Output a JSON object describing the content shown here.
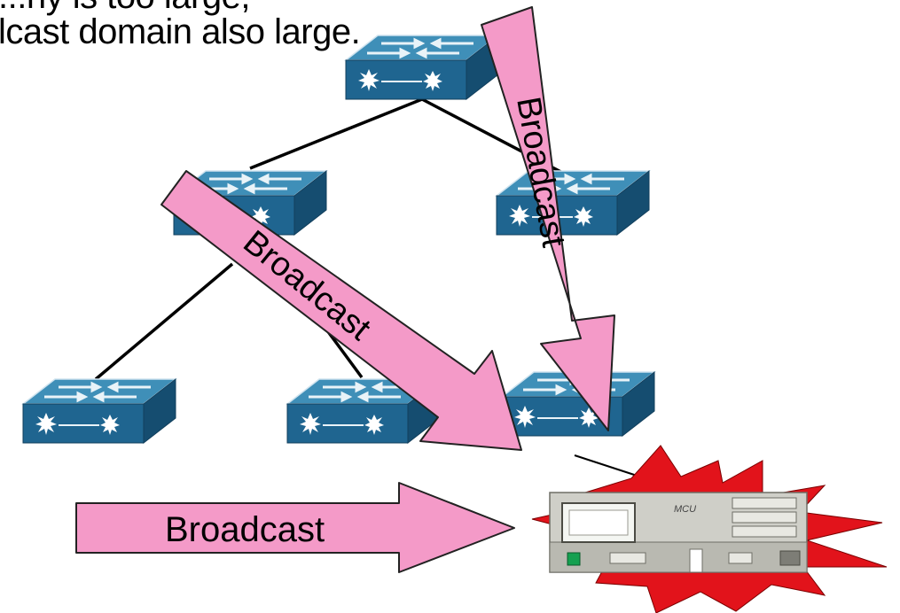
{
  "slide": {
    "text_line_1": "...ny is too large,",
    "text_line_2": "lcast domain also large."
  },
  "arrows": {
    "broadcast_right": "Broadcast",
    "broadcast_diagonal": "Broadcast",
    "broadcast_down": "Broadcast"
  },
  "mcu": {
    "label": "MCU"
  },
  "colors": {
    "switch_top": "#3f8fb8",
    "switch_front": "#1f6590",
    "switch_side": "#154d70",
    "arrow_fill": "#f49ac8",
    "arrow_stroke": "#222222",
    "starburst": "#e2131b",
    "mcu_body": "#cfcfc8",
    "mcu_screen": "#f4f6f2",
    "mcu_button": "#15a050"
  }
}
